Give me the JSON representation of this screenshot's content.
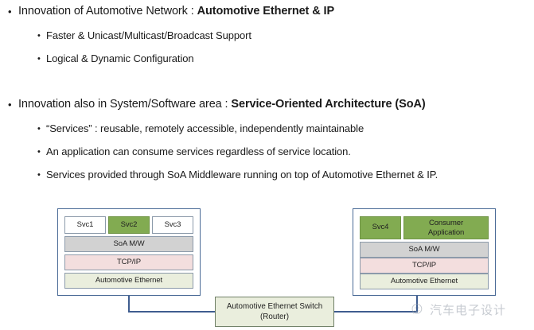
{
  "slide": {
    "bullets": [
      {
        "level": 1,
        "marker": "•",
        "text_plain": "Innovation of Automotive Network : Automotive Ethernet & IP",
        "text_normal": "Innovation of Automotive Network : ",
        "text_bold": "Automotive Ethernet & IP"
      },
      {
        "level": 2,
        "marker": "•",
        "text_plain": "Faster & Unicast/Multicast/Broadcast Support"
      },
      {
        "level": 2,
        "marker": "•",
        "text_plain": "Logical & Dynamic Configuration"
      },
      {
        "level": 1,
        "marker": "•",
        "text_plain": "Innovation also in System/Software area : Service-Oriented Architecture (SoA)",
        "text_normal": "Innovation also in System/Software area : ",
        "text_bold": "Service-Oriented Architecture (SoA)"
      },
      {
        "level": 2,
        "marker": "•",
        "text_plain": "“Services” : reusable, remotely accessible, independently maintainable"
      },
      {
        "level": 2,
        "marker": "•",
        "text_plain": "An application can consume services regardless of service location."
      },
      {
        "level": 2,
        "marker": "•",
        "text_plain": "Services provided through SoA Middleware running on top of Automotive Ethernet & IP."
      }
    ]
  },
  "diagram": {
    "left_node": {
      "services": [
        {
          "label": "Svc1",
          "style": "white"
        },
        {
          "label": "Svc2",
          "style": "green"
        },
        {
          "label": "Svc3",
          "style": "white"
        }
      ],
      "layers": [
        {
          "label": "SoA M/W",
          "style": "gray"
        },
        {
          "label": "TCP/IP",
          "style": "pink"
        },
        {
          "label": "Automotive Ethernet",
          "style": "olive"
        }
      ]
    },
    "right_node": {
      "services": [
        {
          "label": "Svc4",
          "style": "green"
        },
        {
          "label": "Consumer Application",
          "label_line1": "Consumer",
          "label_line2": "Application",
          "style": "green"
        }
      ],
      "layers": [
        {
          "label": "SoA M/W",
          "style": "gray"
        },
        {
          "label": "TCP/IP",
          "style": "pink"
        },
        {
          "label": "Automotive Ethernet",
          "style": "olive"
        }
      ]
    },
    "switch": {
      "line1": "Automotive Ethernet Switch",
      "line2": "(Router)"
    }
  },
  "watermark": {
    "icon": "wechat-icon",
    "text": "汽车电子设计"
  },
  "colors": {
    "accent_green": "#82ab51",
    "layer_gray": "#d2d2d2",
    "layer_pink": "#f3dede",
    "layer_olive": "#eaeedd",
    "border_blue": "#4a6a96",
    "link_blue": "#3f5d8f",
    "background": "#ffffff"
  }
}
